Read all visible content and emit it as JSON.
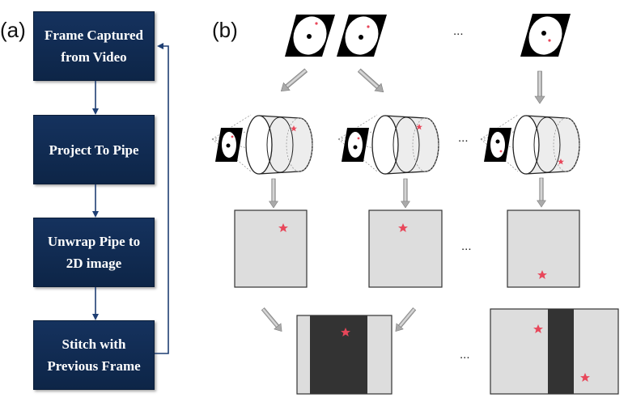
{
  "panel_a_label": "(a)",
  "panel_b_label": "(b)",
  "flowchart": {
    "steps": [
      {
        "line1": "Frame Captured",
        "line2": "from Video"
      },
      {
        "line1": "Project To Pipe",
        "line2": ""
      },
      {
        "line1": "Unwrap Pipe to",
        "line2": "2D image"
      },
      {
        "line1": "Stitch with",
        "line2": "Previous Frame"
      }
    ]
  },
  "ellipsis": "...",
  "colors": {
    "flow_box": "#0d2547",
    "arrow": "#1f3f73",
    "star": "#e8475a",
    "panel_gray": "#dddddd",
    "stitch_dark": "#333333"
  }
}
